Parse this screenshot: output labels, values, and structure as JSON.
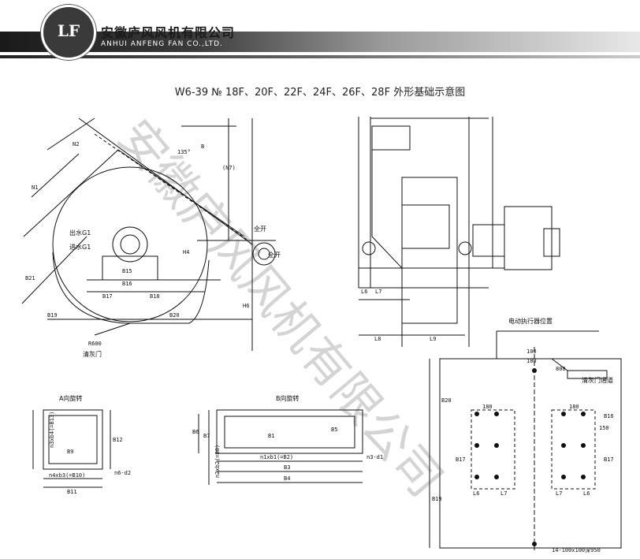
{
  "header": {
    "logo_text": "LF",
    "company_cn": "安徽庐风风机有限公司",
    "company_en": "ANHUI ANFENG FAN CO.,LTD."
  },
  "title": "W6-39 № 18F、20F、22F、24F、26F、28F 外形基础示意图",
  "watermark": "安徽庐风风机有限公司",
  "labels": {
    "view_a": "A向旋转",
    "view_b": "B向旋转",
    "outlet_water": "出水G1",
    "inlet_water": "进水G1",
    "open_full": "全开",
    "open_full2": "全开",
    "ash_door": "清灰门",
    "r600": "R600",
    "motor_pos": "电动执行器位置",
    "ash_passage": "清灰门通道",
    "bolt_spec": "14-100x100深950",
    "angle": "135°",
    "B": "B",
    "N1": "N1",
    "N2": "N2",
    "N7": "(N7)",
    "B21": "B21",
    "B15": "B15",
    "B16": "B16",
    "B17": "B17",
    "B18": "B18",
    "B19": "B19",
    "B20": "B20",
    "H4": "H4",
    "H6": "H6",
    "L6": "L6",
    "L7": "L7",
    "L8": "L8",
    "L9": "L9",
    "B12": "B12",
    "B9": "B9",
    "B11": "B11",
    "a_left": "n3xb4(=B13)",
    "a_bottom": "n4xb3(=B10)",
    "n6d2": "n6-d2",
    "B1": "B1",
    "B5": "B5",
    "B6": "B6",
    "B7": "B7",
    "B8": "B8",
    "B3": "B3",
    "B4": "B4",
    "b_bottom": "n1xb1(=B2)",
    "b_left": "n2xb2(=B8)",
    "n3d1": "n3-d1",
    "d180a": "180",
    "d180b": "180",
    "d180c": "180",
    "d800": "800",
    "d100": "100",
    "d150": "150"
  }
}
